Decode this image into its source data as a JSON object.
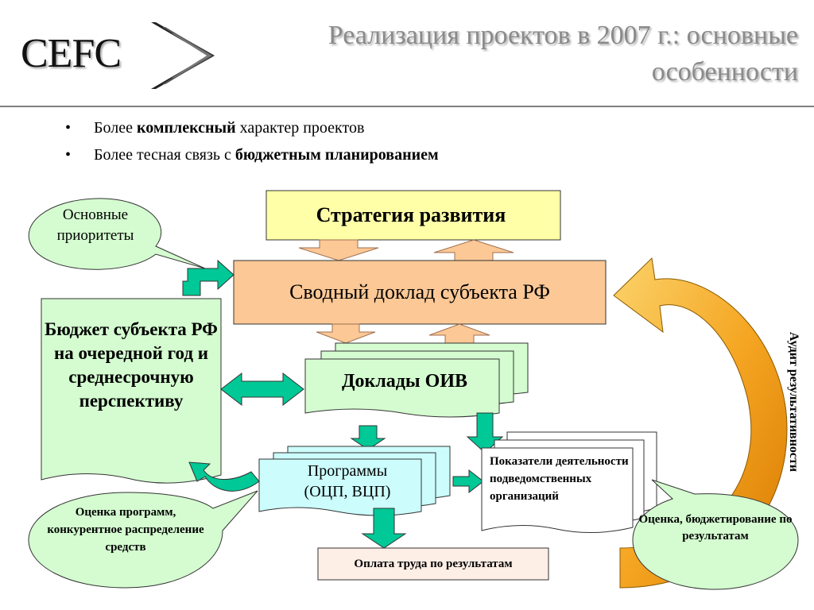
{
  "logo": {
    "text": "CEFC"
  },
  "title": "Реализация проектов в 2007 г.: основные особенности",
  "bullets": [
    {
      "before": "Более ",
      "bold": "комплексный",
      "after": " характер проектов"
    },
    {
      "before": "Более тесная связь с ",
      "bold": "бюджетным планированием",
      "after": ""
    }
  ],
  "diagram": {
    "strategy": "Стратегия развития",
    "svodny": "Сводный доклад субъекта РФ",
    "oiv": "Доклады ОИВ",
    "budget": "Бюджет субъекта РФ на очередной год и среднесрочную перспективу",
    "programs": {
      "line1": "Программы",
      "line2": "(ОЦП, ВЦП)"
    },
    "indicators": "Показатели деятельности подведомственных организаций",
    "pay": "Оплата труда по результатам",
    "priorities": "Основные приоритеты",
    "evaluation_left": "Оценка программ, конкурентное распределение средств",
    "evaluation_right": "Оценка, бюджетирование по результатам",
    "audit": "Аудит результативности"
  },
  "colors": {
    "strategy_fill": "#ffffa8",
    "svodny_fill": "#fbc896",
    "green_fill": "#d4fcd0",
    "programs_fill": "#ccfcfc",
    "oplata_fill": "#fdeee6",
    "indicators_fill": "#ffffff",
    "arrow_orange": "#fbc896",
    "arrow_teal": "#00c896",
    "big_arc": "#f5a623",
    "title_gray": "#8a8a8a"
  }
}
